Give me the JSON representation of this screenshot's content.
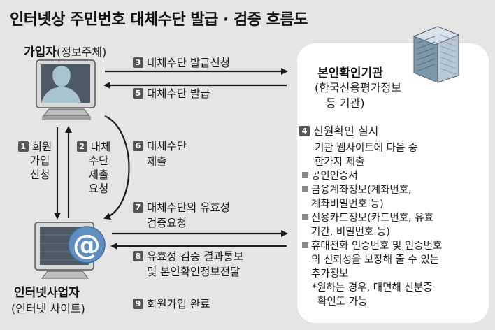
{
  "title": "인터넷상 주민번호 대체수단 발급 · 검증 흐름도",
  "subscriber": {
    "name": "가입자",
    "paren": "(정보주체)"
  },
  "provider": {
    "name": "인터넷사업자",
    "paren": "(인터넷 사이트)"
  },
  "agency": {
    "name": "본인확인기관",
    "paren1": "(한국신용평가정보",
    "paren2": "등 기관)"
  },
  "steps": {
    "s1": {
      "num": "1",
      "lines": [
        "회원",
        "가입",
        "신청"
      ]
    },
    "s2": {
      "num": "2",
      "lines": [
        "대체",
        "수단",
        "제출",
        "요청"
      ]
    },
    "s3": {
      "num": "3",
      "text": "대체수단 발급신청"
    },
    "s5": {
      "num": "5",
      "text": "대체수단 발급"
    },
    "s6": {
      "num": "6",
      "line1": "대체수단",
      "line2": "제출"
    },
    "s7": {
      "num": "7",
      "line1": "대체수단의 유효성",
      "line2": "검증요청"
    },
    "s8": {
      "num": "8",
      "line1": "유효성 검증 결과통보",
      "line2": "및 본인확인정보전달"
    },
    "s9": {
      "num": "9",
      "text": "회원가입 완료"
    }
  },
  "verify": {
    "num": "4",
    "heading": "신원확인 실시",
    "intro1": "기관 웹사이트에 다음 중",
    "intro2": "한가지 제출",
    "items": [
      {
        "lines": [
          "공인인증서"
        ]
      },
      {
        "lines": [
          "금융계좌정보(계좌번호,",
          "계좌비밀번호 등)"
        ]
      },
      {
        "lines": [
          "신용카드정보(카드번호, 유효",
          "기간, 비밀번호 등)"
        ]
      },
      {
        "lines": [
          "휴대전화 인증번호 및 인증번호",
          "의 신뢰성을 보장해 줄 수 있는",
          "추가정보"
        ]
      }
    ],
    "note1": "*원하는 경우, 대면해 신분증",
    "note2": "확인도 가능"
  },
  "colors": {
    "background": "#e5e5e3",
    "panel": "#ffffff",
    "arrow": "#1a1a1a",
    "badge": "#555555",
    "bullet": "#8a8a8a"
  },
  "icons": [
    "user-computer-icon",
    "building-icon",
    "web-computer-icon"
  ]
}
